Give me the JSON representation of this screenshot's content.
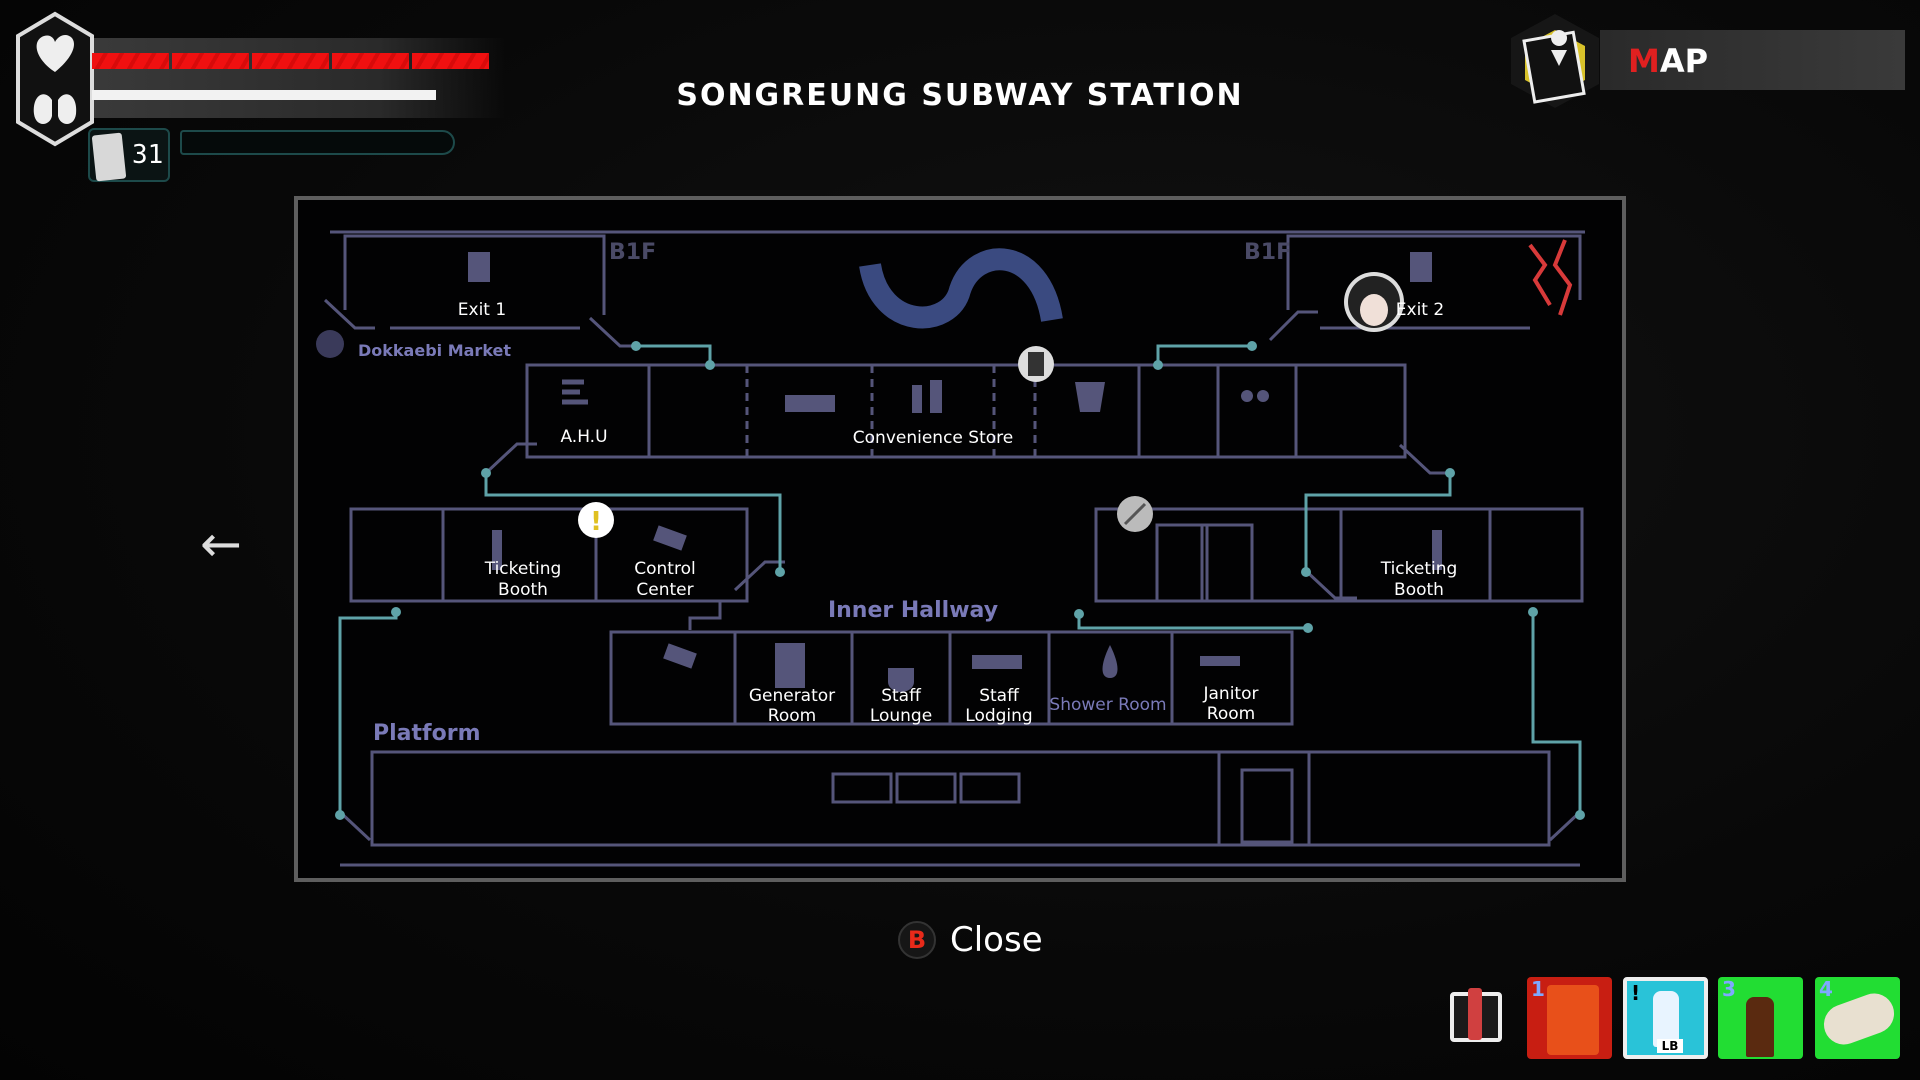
{
  "hud": {
    "health_segments": 5,
    "health_filled": 5,
    "stamina_fraction": 0.86,
    "match_count": "31",
    "light_fraction": 0,
    "colors": {
      "health": "#f01010",
      "stamina": "#f2f2f2",
      "accent_teal": "#5fa3a8"
    }
  },
  "header": {
    "title": "SONGREUNG SUBWAY STATION",
    "panel_first_letter": "M",
    "panel_rest": "AP"
  },
  "map": {
    "floor_left": "B1F",
    "floor_right": "B1F",
    "dokkaebi_market": "Dokkaebi Market",
    "exit1": "Exit 1",
    "exit2": "Exit 2",
    "ahu": "A.H.U",
    "convenience_store": "Convenience Store",
    "ticketing_booth_left": [
      "Ticketing",
      "Booth"
    ],
    "control_center": [
      "Control",
      "Center"
    ],
    "ticketing_booth_right": [
      "Ticketing",
      "Booth"
    ],
    "inner_hallway": "Inner Hallway",
    "generator_room": [
      "Generator",
      "Room"
    ],
    "staff_lounge": [
      "Staff",
      "Lounge"
    ],
    "staff_lodging": [
      "Staff",
      "Lodging"
    ],
    "shower_room": "Shower Room",
    "janitor_room": [
      "Janitor",
      "Room"
    ],
    "platform": "Platform",
    "colors": {
      "line": "#55557a",
      "path": "#5fa3a8",
      "label_muted": "#7a7ab8"
    }
  },
  "footer": {
    "close_key": "B",
    "close_label": "Close"
  },
  "inventory": [
    {
      "name": "lighter",
      "number": ""
    },
    {
      "name": "snack",
      "number": "1",
      "color": "#c81e12"
    },
    {
      "name": "water-bottle",
      "number": "!",
      "label": "LB",
      "color": "#29c3d8"
    },
    {
      "name": "medicine-bottle",
      "number": "3",
      "color": "#22dd33"
    },
    {
      "name": "bandage",
      "number": "4",
      "color": "#22dd33"
    }
  ]
}
